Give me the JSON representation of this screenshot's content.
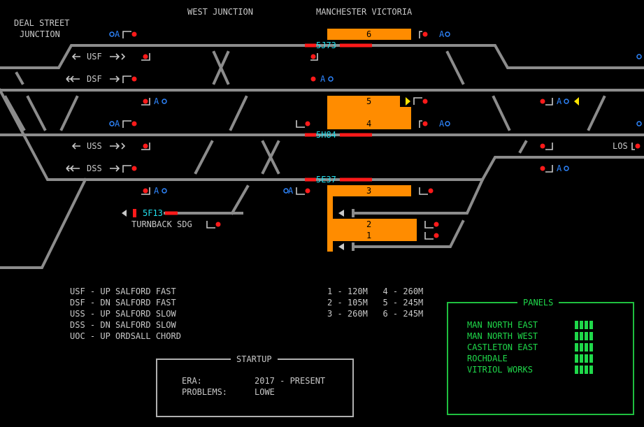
{
  "header": {
    "deal_street_1": "DEAL STREET",
    "deal_street_2": "JUNCTION",
    "west_junction": "WEST JUNCTION",
    "manchester_victoria": "MANCHESTER VICTORIA"
  },
  "lines": {
    "usf": "USF",
    "dsf": "DSF",
    "uss": "USS",
    "dss": "DSS",
    "los": "LOS",
    "turnback": "TURNBACK SDG"
  },
  "platforms": {
    "p6": "6",
    "p5": "5",
    "p4": "4",
    "p3": "3",
    "p2": "2",
    "p1": "1"
  },
  "headcodes": {
    "h1": "5J73",
    "h2": "5H84",
    "h3": "5E37",
    "h4": "5F13"
  },
  "signal_labels": {
    "a": "A",
    "auto_a": "A"
  },
  "legend": {
    "l1": "USF - UP SALFORD FAST",
    "l2": "DSF - DN SALFORD FAST",
    "l3": "USS - UP SALFORD SLOW",
    "l4": "DSS - DN SALFORD SLOW",
    "l5": "UOC - UP ORDSALL CHORD"
  },
  "platform_lengths": {
    "r1": "1 - 120M   4 - 260M",
    "r2": "2 - 105M   5 - 245M",
    "r3": "3 - 260M   6 - 245M"
  },
  "startup": {
    "title": "STARTUP",
    "era_label": "ERA:",
    "era_value": "2017 - PRESENT",
    "problems_label": "PROBLEMS:",
    "problems_value": "LOWE"
  },
  "panels": {
    "title": "PANELS",
    "items": [
      "MAN NORTH EAST",
      "MAN NORTH WEST",
      "CASTLETON EAST",
      "ROCHDALE",
      "VITRIOL WORKS"
    ]
  },
  "colors": {
    "track": "#8c8c8c",
    "platform": "#ff8c00",
    "signal_red": "#ff1a1a",
    "signal_yellow": "#ffe400",
    "headcode": "#22e0ee",
    "auto_blue": "#2e86ff",
    "panel_green": "#1fd84a"
  }
}
